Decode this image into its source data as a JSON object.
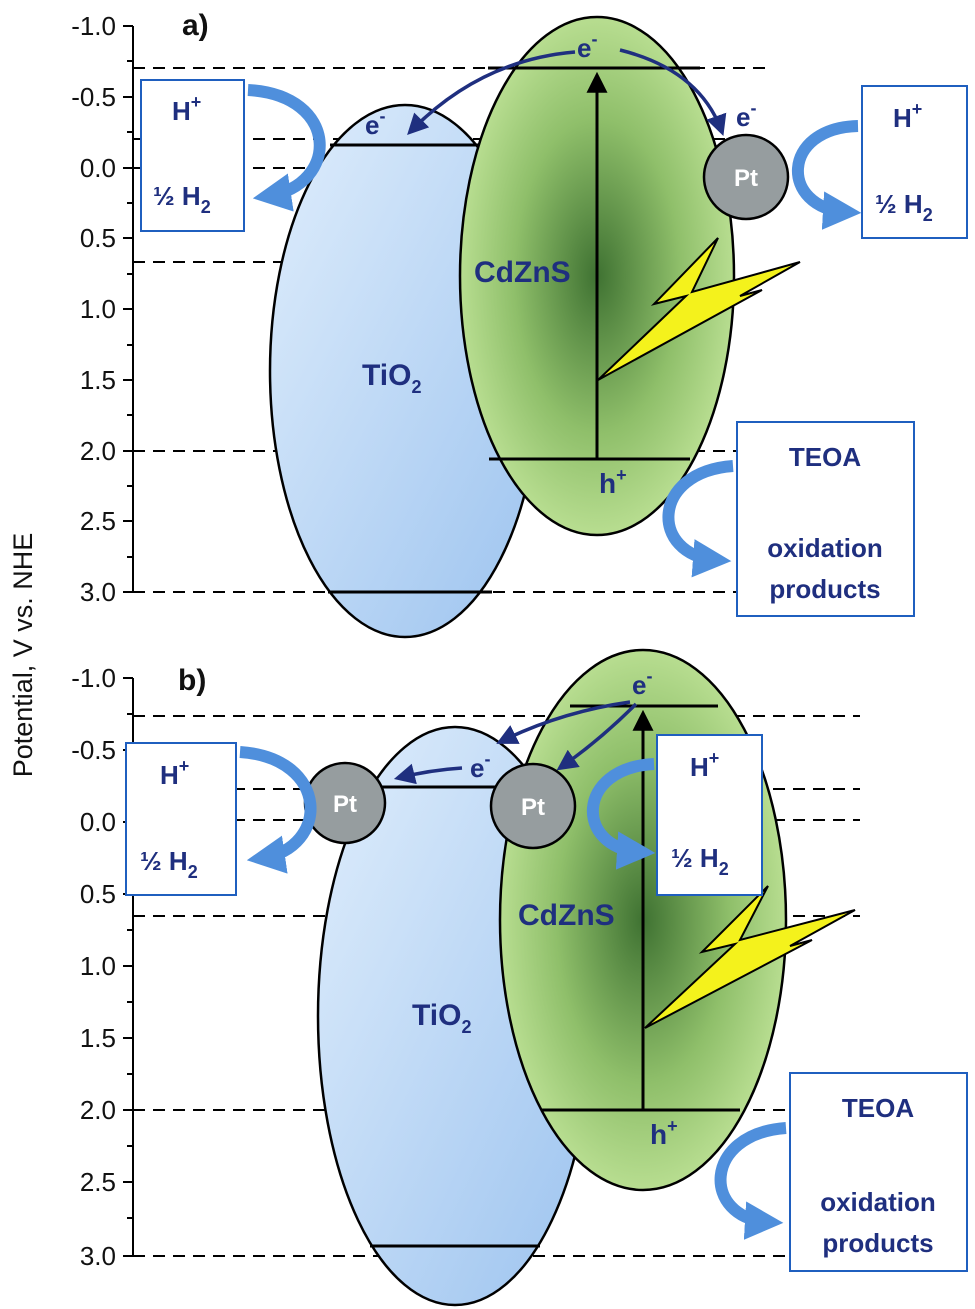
{
  "axis": {
    "title": "Potential, V vs. NHE",
    "ticks": [
      "-1.0",
      "-0.5",
      "0.0",
      "0.5",
      "1.0",
      "1.5",
      "2.0",
      "2.5",
      "3.0"
    ]
  },
  "panels": [
    {
      "label": "a)",
      "tio2": "TiO",
      "tio2_sub": "2",
      "cdzns": "CdZnS",
      "pt": [
        "Pt"
      ],
      "electron": "e",
      "electron_sup": "-",
      "hole": "h",
      "hole_sup": "+",
      "left_box": {
        "top": "H",
        "top_sup": "+",
        "bottom": "½ H",
        "bottom_sub": "2"
      },
      "right_box": {
        "top": "H",
        "top_sup": "+",
        "bottom": "½ H",
        "bottom_sub": "2"
      },
      "teoa_box": {
        "title": "TEOA",
        "line1": "oxidation",
        "line2": "products"
      }
    },
    {
      "label": "b)",
      "tio2": "TiO",
      "tio2_sub": "2",
      "cdzns": "CdZnS",
      "pt": [
        "Pt",
        "Pt"
      ],
      "electron": "e",
      "electron_sup": "-",
      "hole": "h",
      "hole_sup": "+",
      "left_box": {
        "top": "H",
        "top_sup": "+",
        "bottom": "½ H",
        "bottom_sub": "2"
      },
      "right_box": {
        "top": "H",
        "top_sup": "+",
        "bottom": "½ H",
        "bottom_sub": "2"
      },
      "teoa_box": {
        "title": "TEOA",
        "line1": "oxidation",
        "line2": "products"
      }
    }
  ],
  "colors": {
    "tio2_fill": "#bcd8f4",
    "cdzns_fill": "#b5dc8a",
    "pt_fill": "#969d9f",
    "text_blue": "#1f2f7f",
    "arrow_blue": "#4f8fdc",
    "bolt": "#f4f21c"
  }
}
